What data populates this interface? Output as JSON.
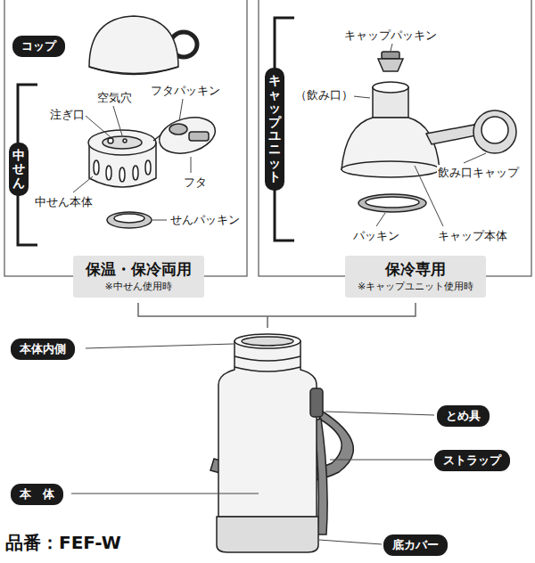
{
  "diagram": {
    "nodes": [
      {
        "text": [
          "コップ"
        ]
      },
      {
        "text": [
          "中せん"
        ]
      },
      {
        "text": [
          "キャップユニット"
        ]
      },
      {
        "text": [
          "保温・保冷両用",
          "※中せん使用時"
        ]
      },
      {
        "text": [
          "保冷専用",
          "※キャップユニット使用時"
        ]
      },
      {
        "text": [
          "本体内側"
        ]
      },
      {
        "text": [
          "とめ具"
        ]
      },
      {
        "text": [
          "ストラップ"
        ]
      },
      {
        "text": [
          "本　体"
        ]
      },
      {
        "text": [
          "底カバー"
        ]
      }
    ],
    "labels": [
      "空気穴",
      "フタパッキン",
      "注ぎ口",
      "中せん本体",
      "フタ",
      "せんパッキン",
      "キャップパッキン",
      "（飲み口）",
      "飲み口キャップ",
      "パッキン",
      "キャップ本体",
      "品番：FEF-W"
    ]
  }
}
